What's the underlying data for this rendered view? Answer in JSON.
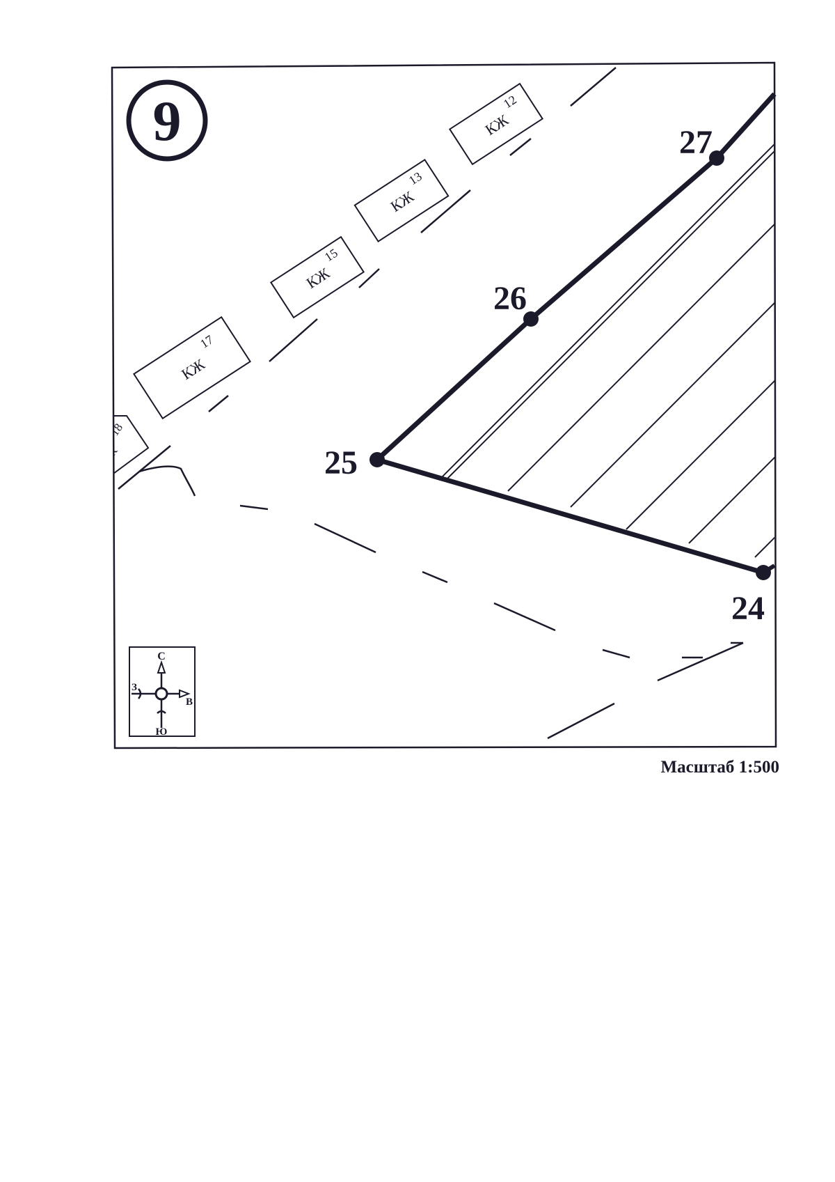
{
  "sheet": {
    "sheet_number": "9",
    "scale_label": "Масштаб 1:500"
  },
  "boundary_points": [
    {
      "id": "27"
    },
    {
      "id": "26"
    },
    {
      "id": "25"
    },
    {
      "id": "24"
    }
  ],
  "buildings": [
    {
      "number": "12",
      "type": "КЖ"
    },
    {
      "number": "13",
      "type": "КЖ"
    },
    {
      "number": "15",
      "type": "КЖ"
    },
    {
      "number": "17",
      "type": "КЖ"
    },
    {
      "number": "18",
      "type": "К"
    }
  ],
  "compass": {
    "north": "С",
    "south": "Ю",
    "west": "З",
    "east": "В"
  },
  "colors": {
    "ink": "#1a1a2a",
    "paper": "#ffffff"
  }
}
